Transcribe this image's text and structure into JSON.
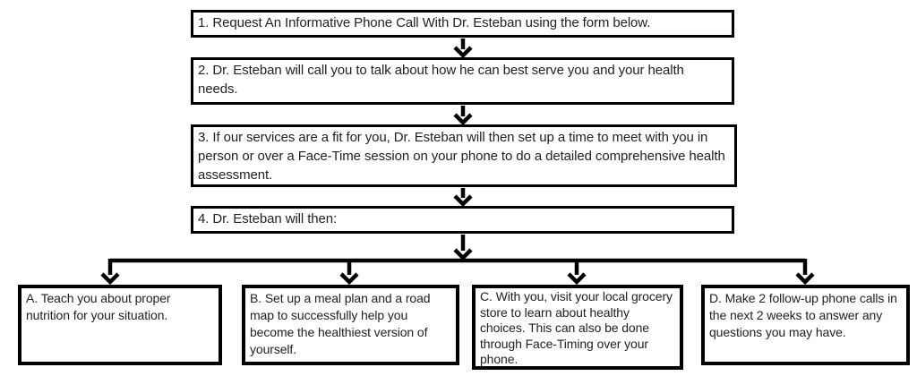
{
  "flowchart": {
    "type": "flowchart",
    "steps": [
      {
        "label": "1. Request An Informative Phone Call With Dr. Esteban using the form below."
      },
      {
        "label": "2. Dr. Esteban will call you to talk about how he can best serve you and your health needs."
      },
      {
        "label": "3. If our services are a fit for you, Dr. Esteban will then set up a time to meet with you in person or over a Face-Time session on your phone to do a detailed comprehensive health assessment."
      },
      {
        "label": "4. Dr. Esteban will then:"
      }
    ],
    "branches": [
      {
        "label": "A. Teach you about proper nutrition for your situation."
      },
      {
        "label": "B. Set up a meal plan and a road map to successfully help you become the healthiest version of yourself."
      },
      {
        "label": "C. With you, visit your local grocery store to learn about healthy choices. This can also be done through Face-Timing over your phone."
      },
      {
        "label": "D. Make 2 follow-up phone calls in the next 2 weeks to answer any questions you may have."
      }
    ],
    "icons": {
      "down_arrow_glyph": "↓"
    },
    "colors": {
      "line": "#000000",
      "box_border": "#000000",
      "text": "#222222",
      "box_background": "#ffffff"
    }
  }
}
